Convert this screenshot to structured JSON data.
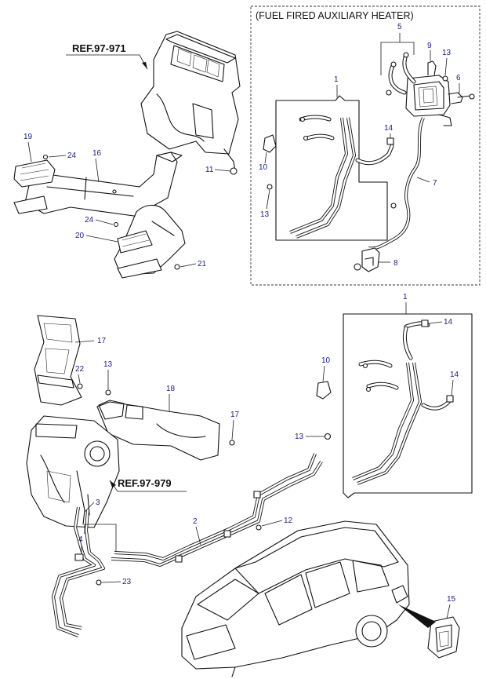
{
  "heater_box": {
    "title": "(FUEL FIRED AUXILIARY HEATER)"
  },
  "refs": {
    "upper": "REF.97-971",
    "lower": "REF.97-979"
  },
  "callouts": {
    "c_1a": "1",
    "c_5": "5",
    "c_9": "9",
    "c_13a": "13",
    "c_6": "6",
    "c_14a": "14",
    "c_10a": "10",
    "c_13b": "13",
    "c_7": "7",
    "c_8": "8",
    "c_19": "19",
    "c_24a": "24",
    "c_16": "16",
    "c_11": "11",
    "c_24b": "24",
    "c_20": "20",
    "c_21": "21",
    "c_1b": "1",
    "c_14b": "14",
    "c_10b": "10",
    "c_14c": "14",
    "c_13c": "13",
    "c_17a": "17",
    "c_22": "22",
    "c_13d": "13",
    "c_18": "18",
    "c_17b": "17",
    "c_3": "3",
    "c_4": "4",
    "c_2": "2",
    "c_12": "12",
    "c_23": "23",
    "c_15": "15"
  }
}
